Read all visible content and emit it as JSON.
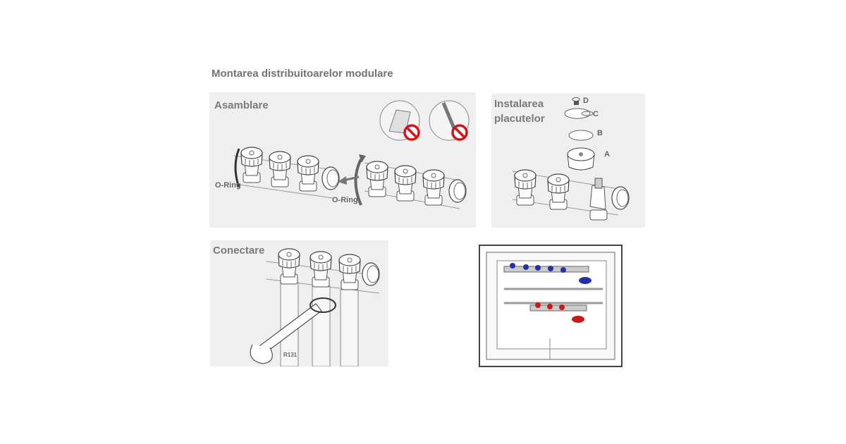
{
  "title": "Montarea distribuitoarelor modulare",
  "panels": {
    "assembly": {
      "title": "Asamblare",
      "oring_left": "O-Ring",
      "oring_right": "O-Ring"
    },
    "plates": {
      "title_line1": "Instalarea",
      "title_line2": "placutelor",
      "parts": [
        "D",
        "C",
        "B",
        "A"
      ]
    },
    "connect": {
      "title": "Conectare",
      "tool_label": "R131"
    }
  },
  "colors": {
    "panel_bg": "#efefef",
    "prohibited": "#d4141c",
    "cold": "#2233aa",
    "hot": "#cc1818"
  }
}
